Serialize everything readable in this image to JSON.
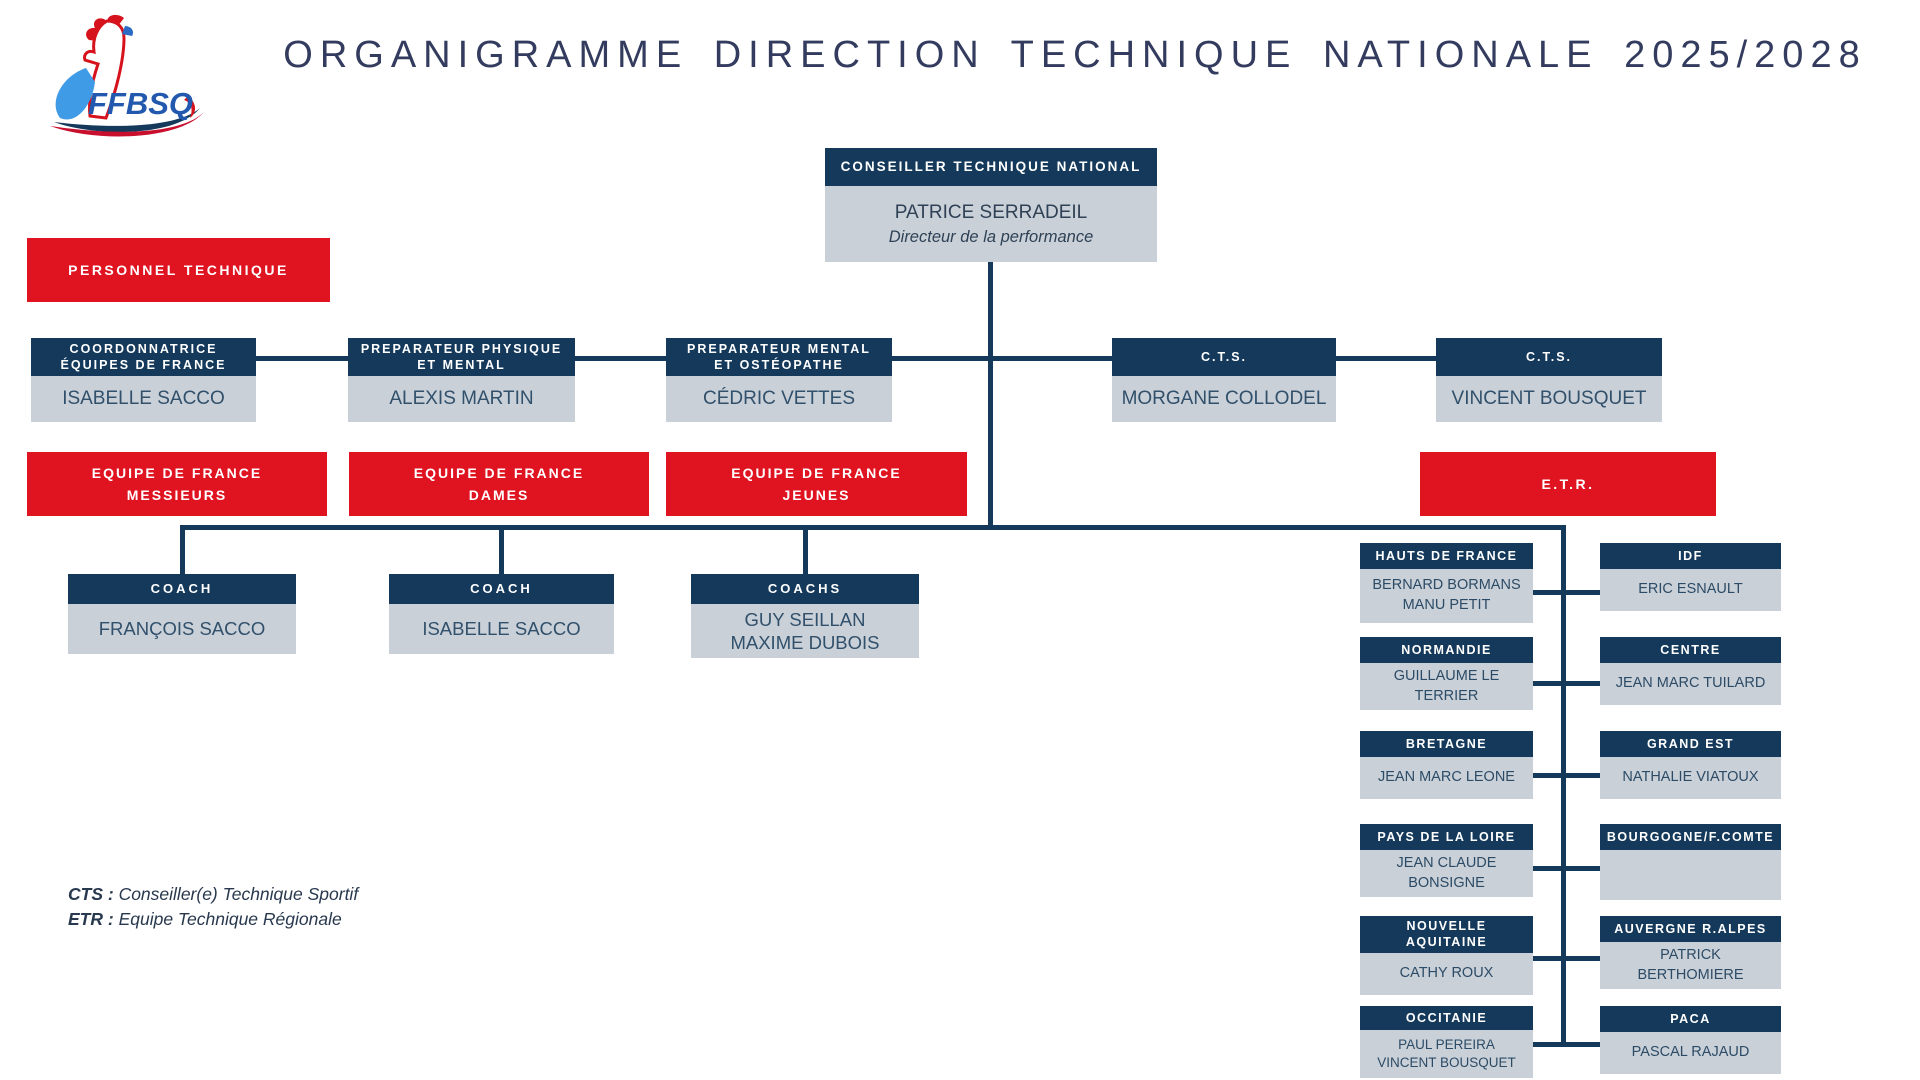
{
  "title": "ORGANIGRAMME DIRECTION TECHNIQUE NATIONALE 2025/2028",
  "logo": {
    "text": "FFBSQ"
  },
  "colors": {
    "navy": "#14395B",
    "red": "#E01320",
    "body_gray": "#C9D0D8",
    "title_text": "#333C5E"
  },
  "root": {
    "header": "CONSEILLER TECHNIQUE NATIONAL",
    "name": "PATRICE SERRADEIL",
    "role": "Directeur de la performance"
  },
  "personnel_label": "PERSONNEL TECHNIQUE",
  "staff": [
    {
      "title": [
        "COORDONNATRICE",
        "ÉQUIPES DE FRANCE"
      ],
      "names": [
        "ISABELLE SACCO"
      ]
    },
    {
      "title": [
        "PREPARATEUR PHYSIQUE",
        "ET MENTAL"
      ],
      "names": [
        "ALEXIS MARTIN"
      ]
    },
    {
      "title": [
        "PREPARATEUR MENTAL",
        "ET OSTÉOPATHE"
      ],
      "names": [
        "CÉDRIC VETTES"
      ]
    },
    {
      "title": [
        "C.T.S."
      ],
      "names": [
        "MORGANE COLLODEL"
      ]
    },
    {
      "title": [
        "C.T.S."
      ],
      "names": [
        "VINCENT BOUSQUET"
      ]
    }
  ],
  "teams": [
    {
      "label": [
        "EQUIPE DE FRANCE",
        "MESSIEURS"
      ]
    },
    {
      "label": [
        "EQUIPE DE FRANCE",
        "DAMES"
      ]
    },
    {
      "label": [
        "EQUIPE DE FRANCE",
        "JEUNES"
      ]
    },
    {
      "label": [
        "E.T.R."
      ]
    }
  ],
  "coaches": [
    {
      "title": "COACH",
      "names": [
        "FRANÇOIS SACCO"
      ]
    },
    {
      "title": "COACH",
      "names": [
        "ISABELLE SACCO"
      ]
    },
    {
      "title": "COACHS",
      "names": [
        "GUY SEILLAN",
        "MAXIME DUBOIS"
      ]
    }
  ],
  "regions": {
    "left": [
      {
        "title": "HAUTS DE FRANCE",
        "names": [
          "BERNARD BORMANS",
          "MANU PETIT"
        ]
      },
      {
        "title": "NORMANDIE",
        "names": [
          "GUILLAUME LE TERRIER"
        ]
      },
      {
        "title": "BRETAGNE",
        "names": [
          "JEAN MARC LEONE"
        ]
      },
      {
        "title": "PAYS DE LA LOIRE",
        "names": [
          "JEAN CLAUDE BONSIGNE"
        ]
      },
      {
        "title": "NOUVELLE AQUITAINE",
        "names": [
          "CATHY ROUX"
        ]
      },
      {
        "title": "OCCITANIE",
        "names": [
          "PAUL PEREIRA",
          "VINCENT BOUSQUET"
        ]
      }
    ],
    "right": [
      {
        "title": "IDF",
        "names": [
          "ERIC ESNAULT"
        ]
      },
      {
        "title": "CENTRE",
        "names": [
          "JEAN MARC TUILARD"
        ]
      },
      {
        "title": "GRAND EST",
        "names": [
          "NATHALIE VIATOUX"
        ]
      },
      {
        "title": "BOURGOGNE/F.COMTE",
        "names": []
      },
      {
        "title": "AUVERGNE R.ALPES",
        "names": [
          "PATRICK BERTHOMIERE"
        ]
      },
      {
        "title": "PACA",
        "names": [
          "PASCAL RAJAUD"
        ]
      }
    ]
  },
  "legend": [
    {
      "abbr": "CTS :",
      "text": " Conseiller(e) Technique Sportif"
    },
    {
      "abbr": "ETR :",
      "text": " Equipe Technique Régionale"
    }
  ]
}
